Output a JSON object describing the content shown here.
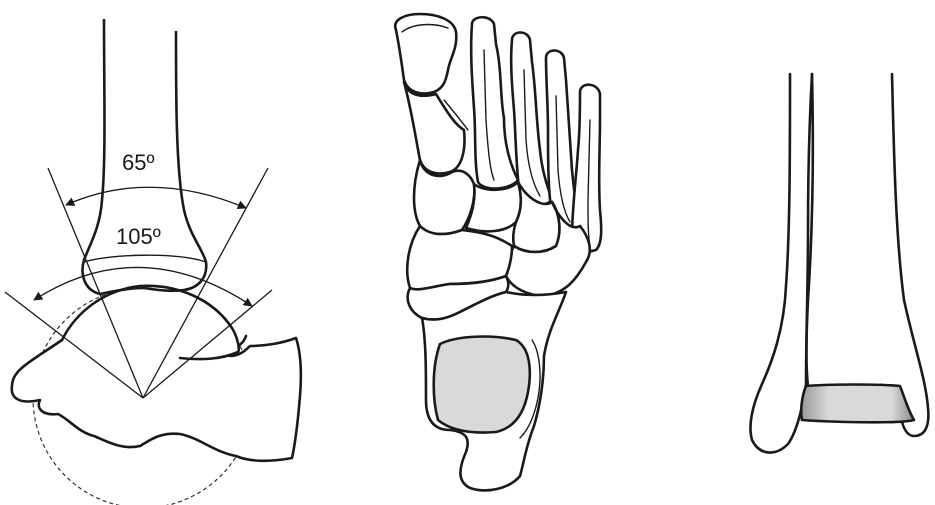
{
  "figure": {
    "panels": [
      {
        "id": "lateral-ankle-view"
      },
      {
        "id": "dorsal-foot-view"
      },
      {
        "id": "frontal-mortise-view"
      }
    ],
    "angle_labels": {
      "inner": "65º",
      "outer": "105º"
    },
    "colors": {
      "outline": "#1a1a1a",
      "highlight_fill": "#d9d9d9"
    }
  }
}
